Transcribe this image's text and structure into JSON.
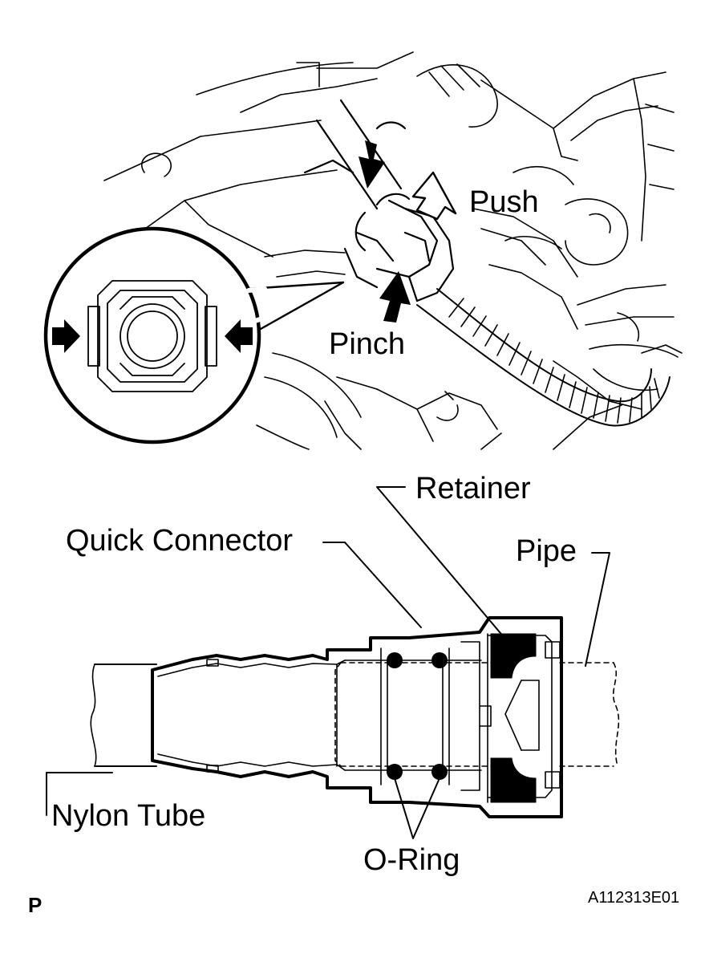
{
  "labels": {
    "push": "Push",
    "pinch": "Pinch",
    "retainer": "Retainer",
    "quick_connector": "Quick Connector",
    "pipe": "Pipe",
    "nylon_tube": "Nylon Tube",
    "o_ring": "O-Ring",
    "corner_letter": "P",
    "figure_code": "A112313E01"
  }
}
